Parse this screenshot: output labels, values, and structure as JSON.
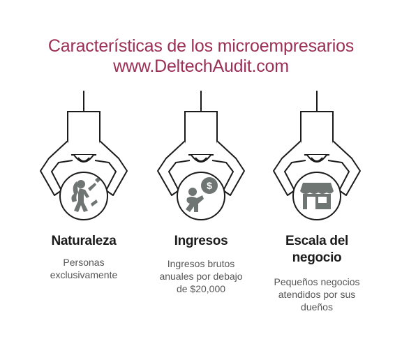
{
  "header": {
    "title_line1": "Características de los microempresarios",
    "title_line2": "www.DeltechAudit.com"
  },
  "colors": {
    "accent": "#9b2f55",
    "icon": "#6f7573",
    "line": "#1b1b1b"
  },
  "columns": [
    {
      "icon": "woman-figure-icon",
      "title_lines": [
        "Naturaleza"
      ],
      "desc_lines": [
        "Personas",
        "exclusivamente"
      ]
    },
    {
      "icon": "person-money-icon",
      "title_lines": [
        "Ingresos"
      ],
      "desc_lines": [
        "Ingresos brutos",
        "anuales por debajo",
        "de $20,000"
      ]
    },
    {
      "icon": "storefront-icon",
      "title_lines": [
        "Escala del",
        "negocio"
      ],
      "desc_lines": [
        "Pequeños negocios",
        "atendidos por sus",
        "dueños"
      ]
    }
  ]
}
